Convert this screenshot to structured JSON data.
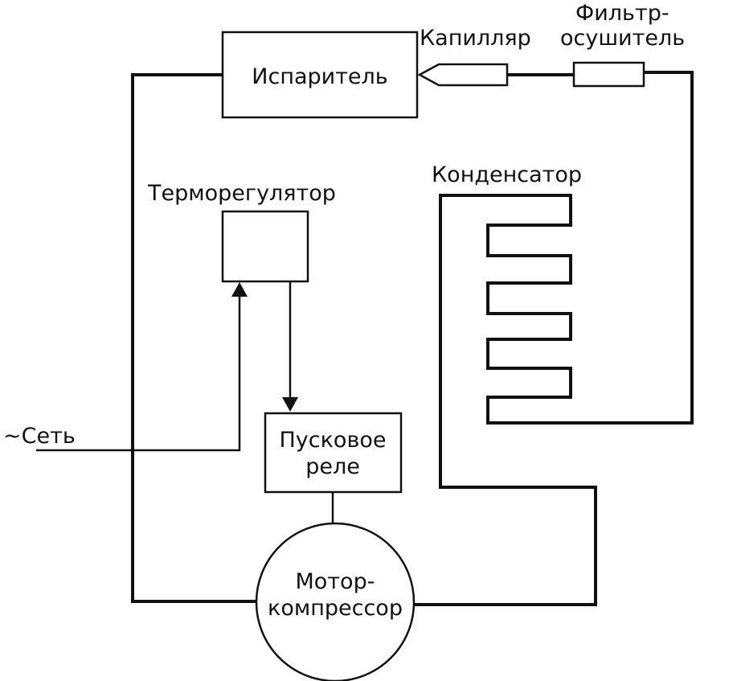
{
  "labels": {
    "evaporator": "Испаритель",
    "capillary": "Капилляр",
    "filter_line1": "Фильтр-",
    "filter_line2": "осушитель",
    "condenser": "Конденсатор",
    "thermostat": "Терморегулятор",
    "mains": "~Сеть",
    "relay_line1": "Пусковое",
    "relay_line2": "реле",
    "motor_line1": "Мотор-",
    "motor_line2": "компрессор"
  },
  "colors": {
    "line": "#111111",
    "background": "#ffffff"
  }
}
